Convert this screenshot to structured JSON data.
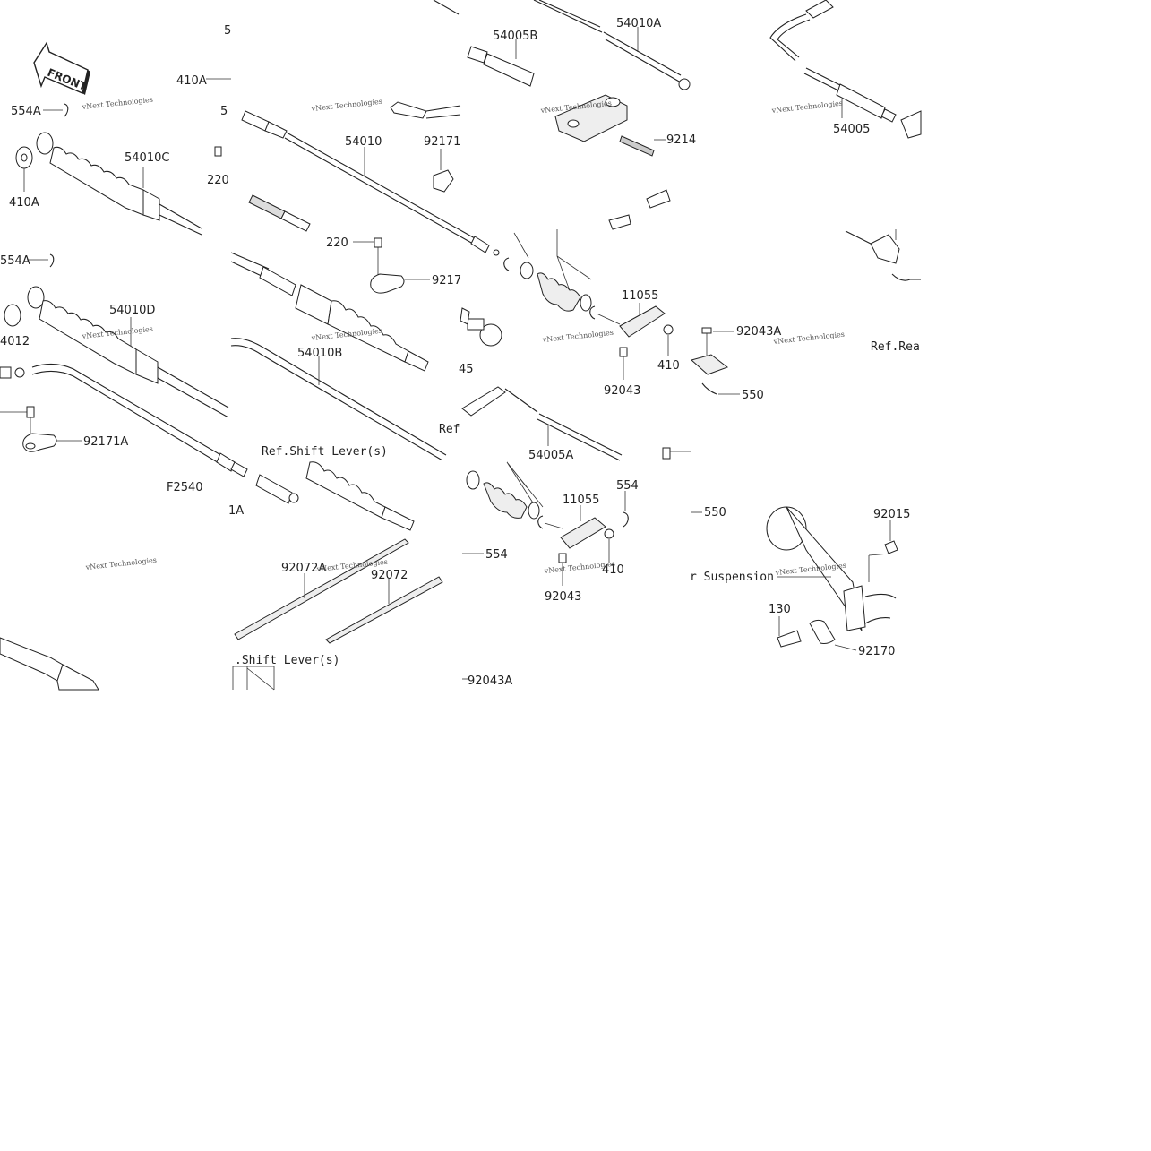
{
  "labels": {
    "p_54010A": "54010A",
    "p_54005B": "54005B",
    "p_54005": "54005",
    "p_410A_top": "410A",
    "p_554A_top": "554A",
    "p_54010C": "54010C",
    "p_410A": "410A",
    "p_220_left": "220",
    "p_54010": "54010",
    "p_92171": "92171",
    "p_9214": "9214",
    "p_220": "220",
    "p_9217": "9217",
    "p_554A": "554A",
    "p_54010D": "54010D",
    "p_4012": "4012",
    "p_92171A": "92171A",
    "p_F2540": "F2540",
    "p_1A": "1A",
    "p_54010B": "54010B",
    "p_11055_top": "11055",
    "p_92043A_top": "92043A",
    "p_410_top": "410",
    "p_92043_top": "92043",
    "p_550_top": "550",
    "p_45": "45",
    "p_ref_partial": "Ref",
    "p_ref_rea": "Ref.Rea",
    "p_54005A": "54005A",
    "p_ref_shift": "Ref.Shift Lever(s)",
    "p_554_top": "554",
    "p_11055": "11055",
    "p_550": "550",
    "p_92015": "92015",
    "p_554": "554",
    "p_410": "410",
    "p_92043": "92043",
    "p_92072A": "92072A",
    "p_92072": "92072",
    "p_suspension": "r Suspension",
    "p_130": "130",
    "p_92170": "92170",
    "p_shift_partial": ".Shift Lever(s)",
    "p_92043A": "92043A",
    "p_front": "FRONT",
    "p_5": "5",
    "p_5b": "5"
  },
  "watermarks": {
    "text": "vNext Technologies"
  }
}
